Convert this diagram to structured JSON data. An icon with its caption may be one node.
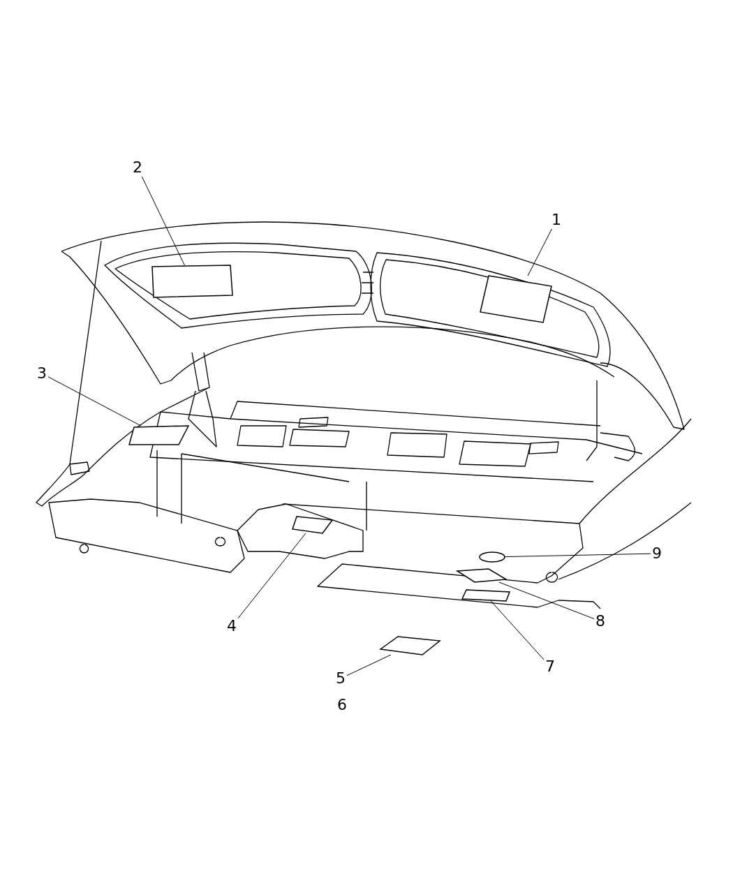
{
  "diagram": {
    "nodes": [
      {
        "text": [
          "1"
        ]
      },
      {
        "text": [
          "2"
        ]
      },
      {
        "text": [
          "3"
        ]
      },
      {
        "text": [
          "4"
        ]
      },
      {
        "text": [
          "5"
        ]
      },
      {
        "text": [
          "7"
        ]
      },
      {
        "text": [
          "8"
        ]
      },
      {
        "text": [
          "9"
        ]
      },
      {
        "text": [],
        "shape": "box"
      },
      {
        "text": [],
        "shape": "box"
      },
      {
        "text": [],
        "shape": "box"
      },
      {
        "text": [],
        "shape": "box"
      },
      {
        "text": [],
        "shape": "box"
      },
      {
        "text": [],
        "shape": "box"
      },
      {
        "text": [],
        "shape": "box"
      },
      {
        "text": [],
        "shape": "circle"
      }
    ],
    "edges": [
      {
        "from": 0,
        "to": 8,
        "arrow": "none"
      },
      {
        "from": 1,
        "to": 9,
        "arrow": "none"
      },
      {
        "from": 2,
        "to": 10,
        "arrow": "none"
      },
      {
        "from": 3,
        "to": 11,
        "arrow": "none"
      },
      {
        "from": 4,
        "to": 12,
        "arrow": "none"
      },
      {
        "from": 5,
        "to": 13,
        "arrow": "none"
      },
      {
        "from": 6,
        "to": 14,
        "arrow": "none"
      },
      {
        "from": 7,
        "to": 15,
        "arrow": "none"
      }
    ],
    "labels": [
      "6"
    ]
  }
}
